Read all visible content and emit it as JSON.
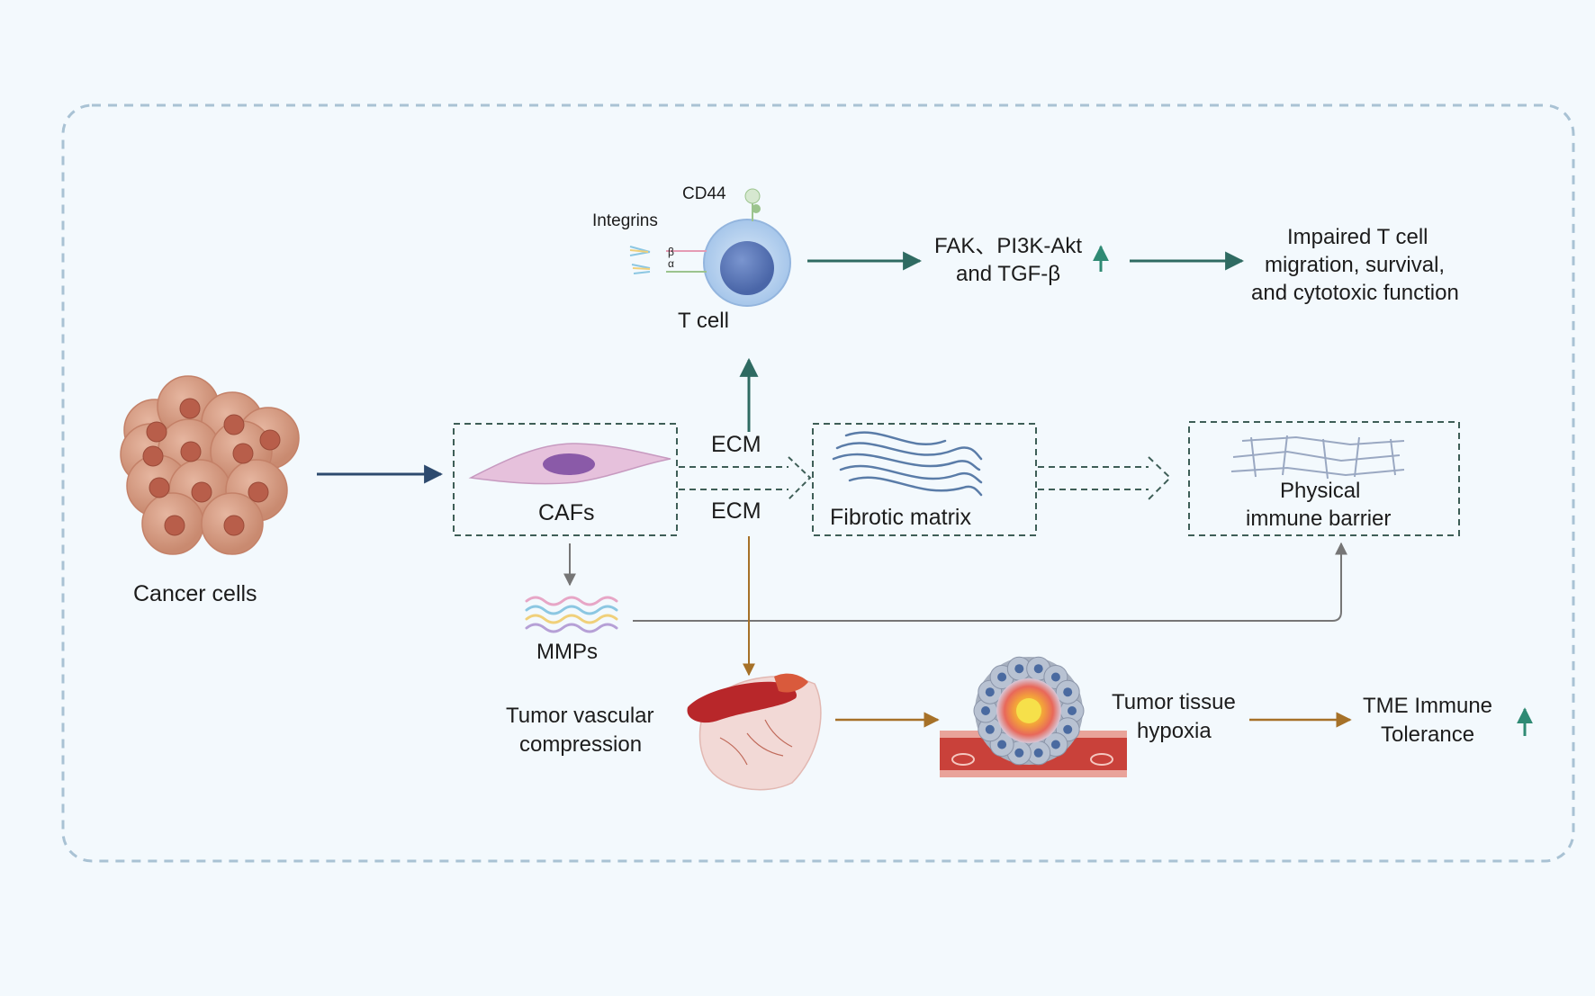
{
  "labels": {
    "cd44": "CD44",
    "integrins": "Integrins",
    "beta": "β",
    "alpha": "α",
    "t_cell": "T cell",
    "pathways_line1": "FAK、PI3K-Akt",
    "pathways_line2": "and TGF-β",
    "impaired_line1": "Impaired T cell",
    "impaired_line2": "migration, survival,",
    "impaired_line3": "and cytotoxic function",
    "cancer_cells": "Cancer cells",
    "cafs": "CAFs",
    "ecm_top": "ECM",
    "ecm_bottom": "ECM",
    "fibrotic_matrix": "Fibrotic matrix",
    "barrier_line1": "Physical",
    "barrier_line2": "immune barrier",
    "mmps": "MMPs",
    "vascular_line1": "Tumor vascular",
    "vascular_line2": "compression",
    "hypoxia_line1": "Tumor tissue",
    "hypoxia_line2": "hypoxia",
    "tme_line1": "TME Immune",
    "tme_line2": "Tolerance"
  },
  "colors": {
    "background": "#f3f9fd",
    "frame": "#a9c2d4",
    "teal_arrow": "#2f6b62",
    "navy_arrow": "#2d4a6e",
    "gray_arrow": "#767676",
    "brown_arrow": "#a67128",
    "up_arrow": "#2f8a74",
    "cancer_cell": "#d79a83",
    "caf_body": "#e4bed9",
    "t_cell": "#a8c8ec",
    "fibers": "#5a7ca8"
  }
}
